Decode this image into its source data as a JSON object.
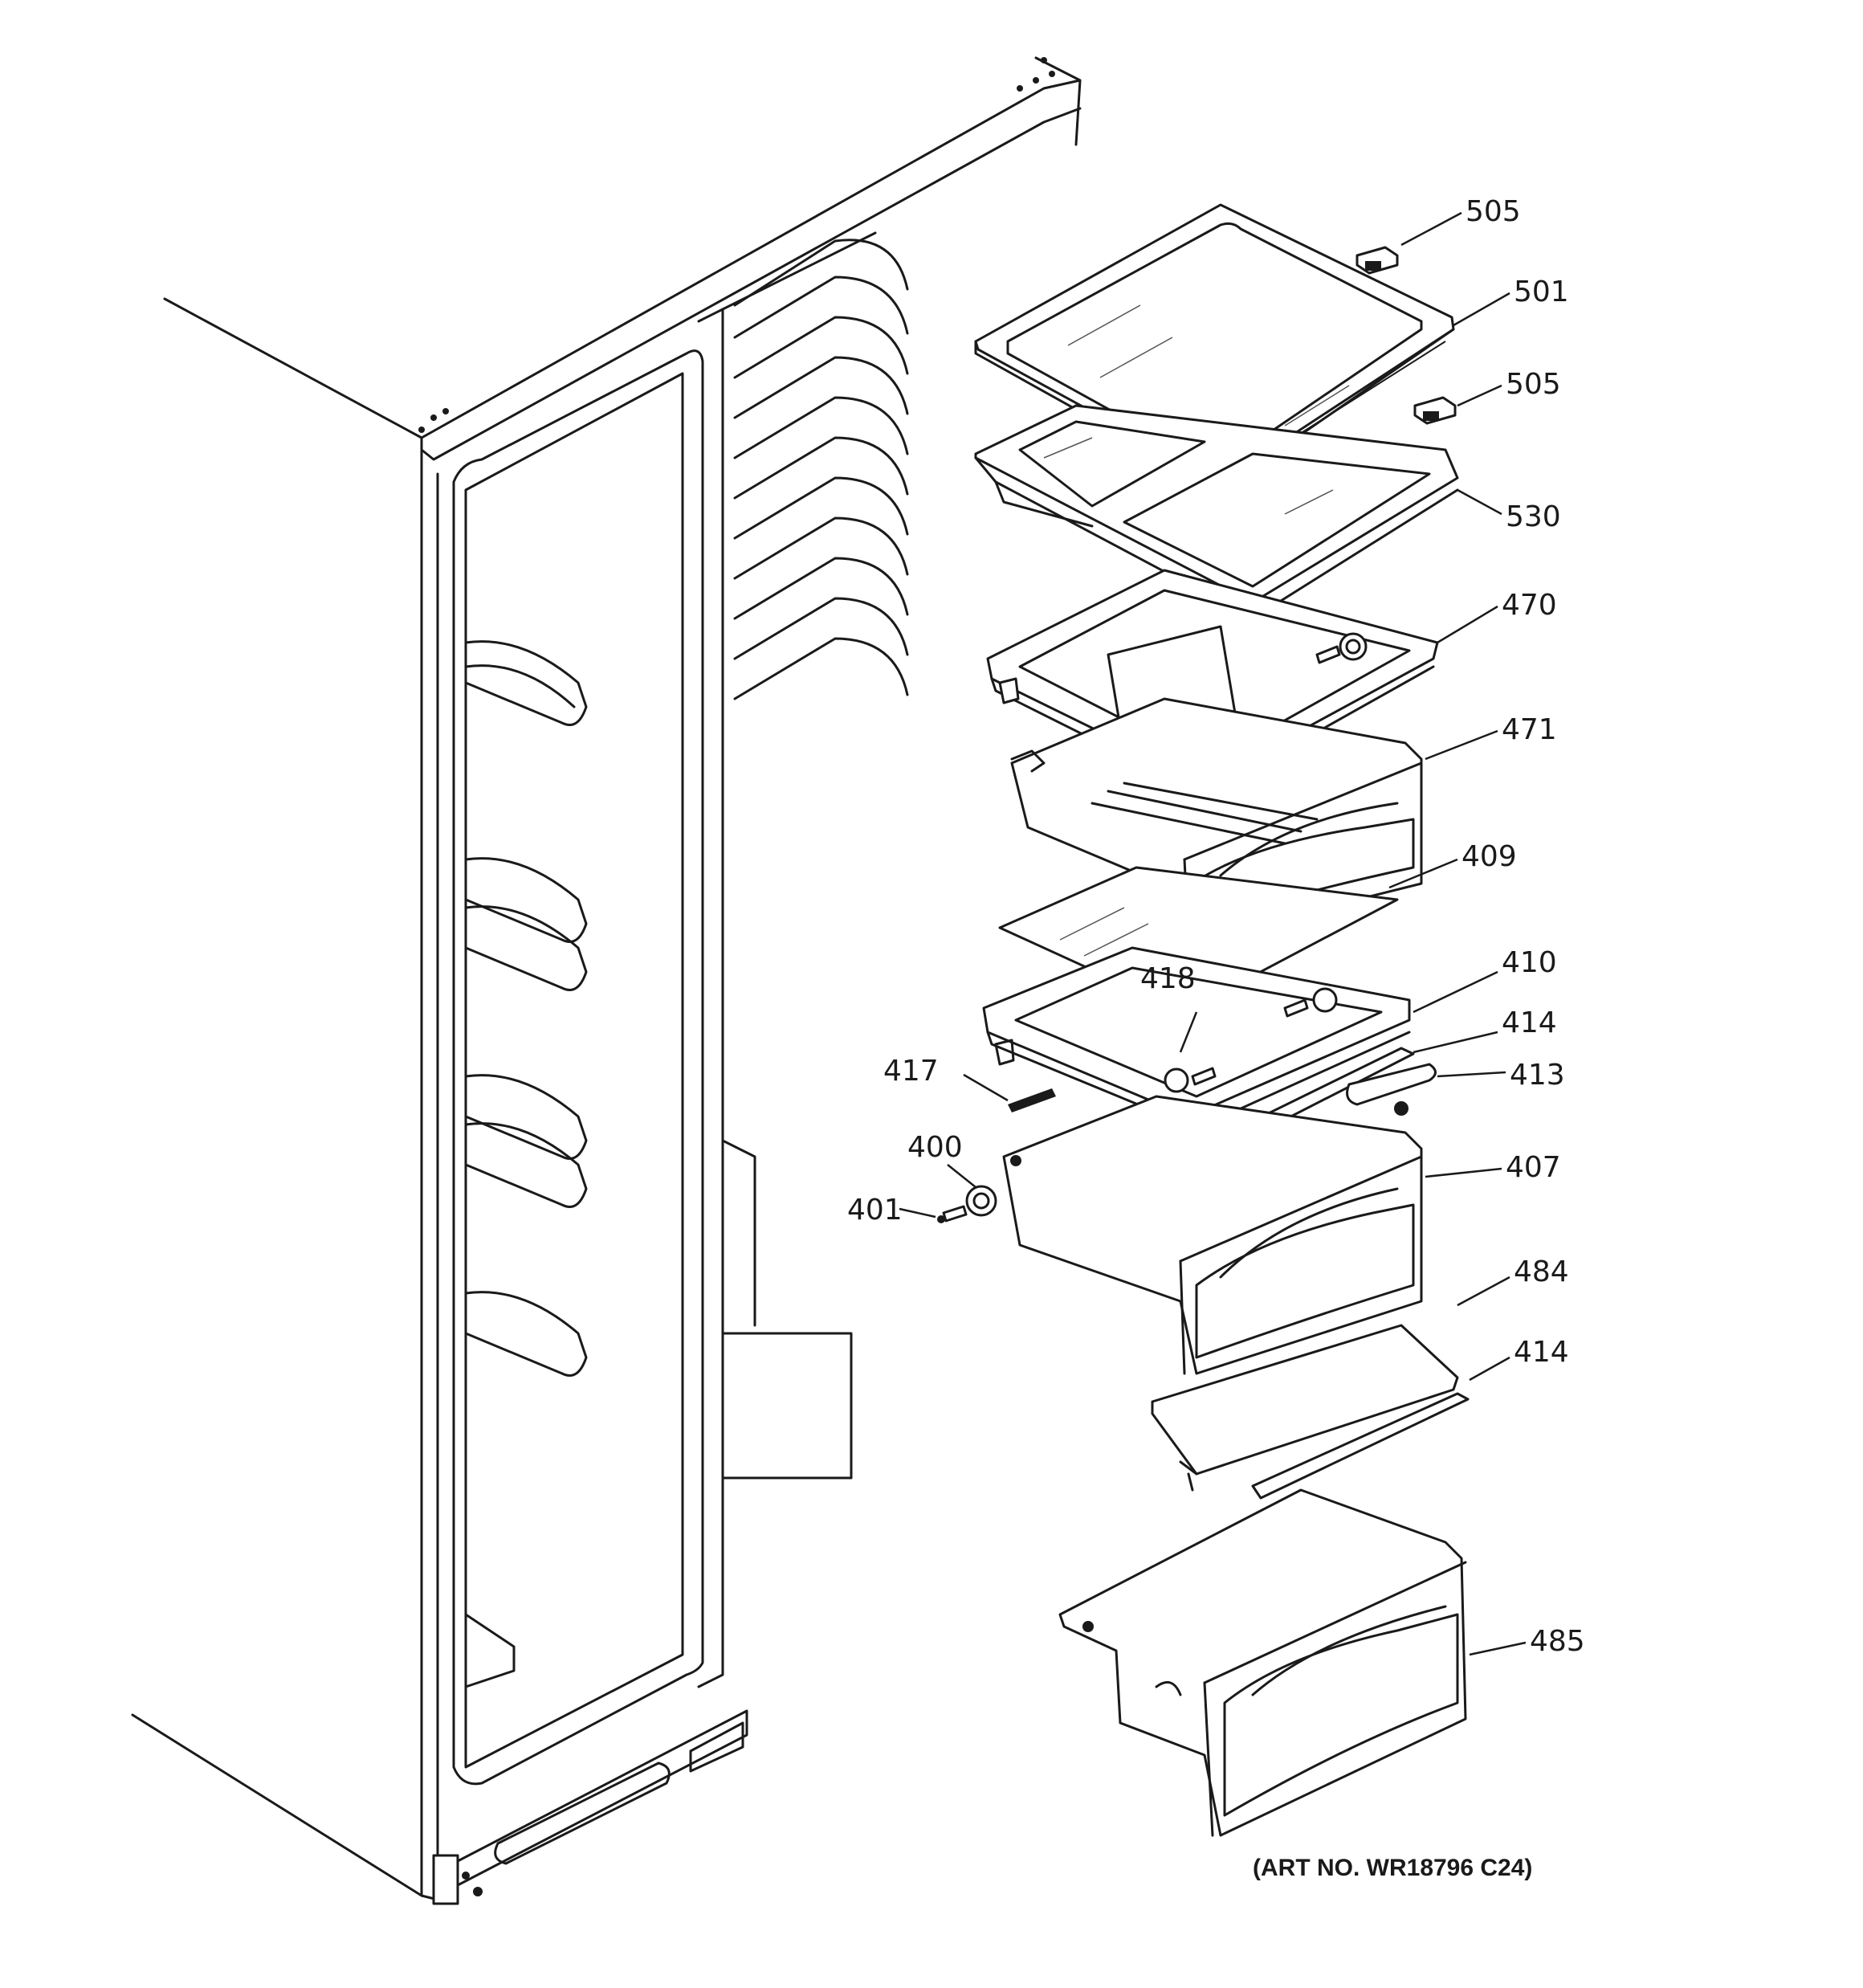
{
  "art_number": "(ART NO. WR18796 C24)",
  "callouts": [
    {
      "id": "c505a",
      "label": "505"
    },
    {
      "id": "c501",
      "label": "501"
    },
    {
      "id": "c505b",
      "label": "505"
    },
    {
      "id": "c530",
      "label": "530"
    },
    {
      "id": "c470",
      "label": "470"
    },
    {
      "id": "c471",
      "label": "471"
    },
    {
      "id": "c409",
      "label": "409"
    },
    {
      "id": "c410",
      "label": "410"
    },
    {
      "id": "c418",
      "label": "418"
    },
    {
      "id": "c414a",
      "label": "414"
    },
    {
      "id": "c413",
      "label": "413"
    },
    {
      "id": "c417",
      "label": "417"
    },
    {
      "id": "c400",
      "label": "400"
    },
    {
      "id": "c401",
      "label": "401"
    },
    {
      "id": "c407",
      "label": "407"
    },
    {
      "id": "c484",
      "label": "484"
    },
    {
      "id": "c414b",
      "label": "414"
    },
    {
      "id": "c485",
      "label": "485"
    }
  ]
}
